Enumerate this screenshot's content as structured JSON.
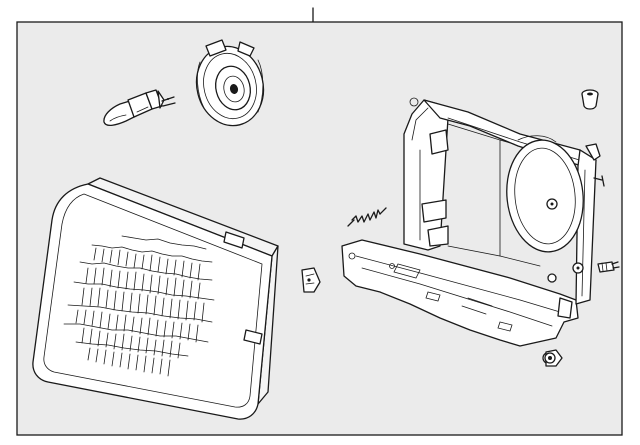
{
  "diagram": {
    "description_name": "headlamp-assembly-exploded-view",
    "colors": {
      "background": "#ffffff",
      "panel": "#ebebeb",
      "line": "#1a1a1a",
      "part_fill": "#ffffff"
    },
    "parts": [
      {
        "id": "bulb",
        "icon": "halogen-bulb-icon"
      },
      {
        "id": "bulb-retaining-ring",
        "icon": "retaining-ring-icon"
      },
      {
        "id": "lens-assembly",
        "icon": "headlamp-lens-icon"
      },
      {
        "id": "housing-bracket",
        "icon": "headlamp-housing-icon"
      },
      {
        "id": "adjuster-spring",
        "icon": "spring-icon"
      },
      {
        "id": "retainer-clip",
        "icon": "clip-icon"
      },
      {
        "id": "grommet-upper",
        "icon": "grommet-icon"
      },
      {
        "id": "grommet-lower",
        "icon": "grommet-icon"
      },
      {
        "id": "adjuster-screw",
        "icon": "screw-icon"
      }
    ]
  }
}
